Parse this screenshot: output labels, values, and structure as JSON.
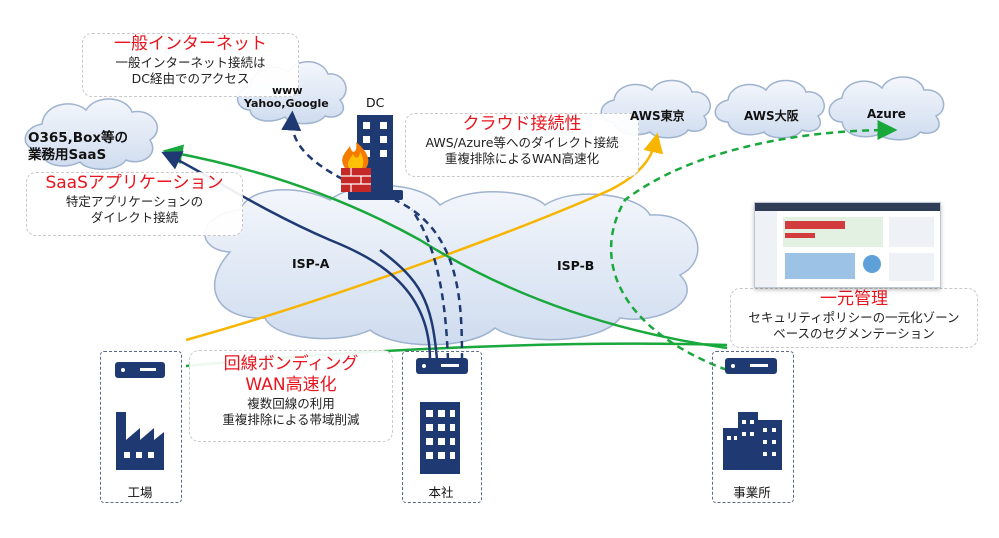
{
  "callouts": {
    "internet": {
      "title": "一般インターネット",
      "line1": "一般インターネット接続は",
      "line2": "DC経由でのアクセス"
    },
    "saas": {
      "title": "SaaSアプリケーション",
      "line1": "特定アプリケーションの",
      "line2": "ダイレクト接続"
    },
    "cloud": {
      "title": "クラウド接続性",
      "line1": "AWS/Azure等へのダイレクト接続",
      "line2": "重複排除によるWAN高速化"
    },
    "bonding": {
      "title1": "回線ボンディング",
      "title2": "WAN高速化",
      "line1": "複数回線の利用",
      "line2": "重複排除による帯域削減"
    },
    "mgmt": {
      "title": "一元管理",
      "line1": "セキュリティポリシーの一元化ゾーン",
      "line2": "ベースのセグメンテーション"
    }
  },
  "clouds": {
    "www": {
      "line1": "www",
      "line2": "Yahoo,Google"
    },
    "saas": {
      "line1": "O365,Box等の",
      "line2": "業務用SaaS"
    },
    "aws_tokyo": "AWS東京",
    "aws_osaka": "AWS大阪",
    "azure": "Azure",
    "isp_a": "ISP-A",
    "isp_b": "ISP-B"
  },
  "dc_label": "DC",
  "sites": {
    "factory": "工場",
    "hq": "本社",
    "office": "事業所"
  },
  "colors": {
    "accent_red": "#e8141e",
    "navy": "#1f3a73",
    "yellow": "#f7b500",
    "green": "#19a83c",
    "cloud_fill": "#dfe8f5",
    "cloud_stroke": "#9fb3cf"
  }
}
